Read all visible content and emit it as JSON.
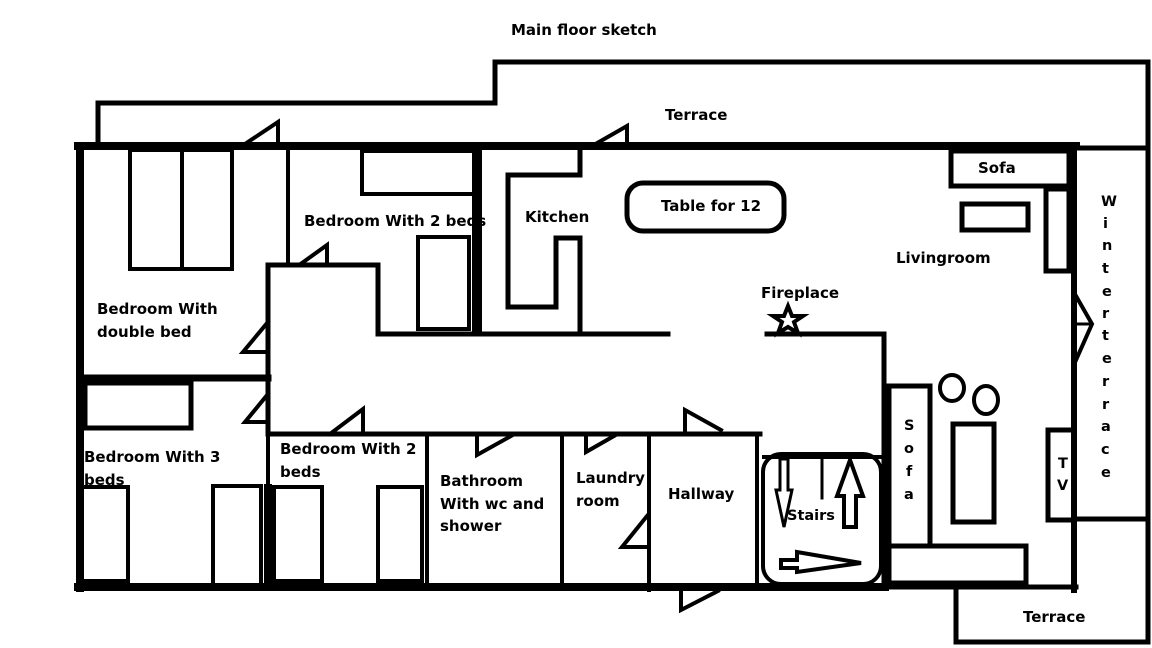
{
  "title": "Main floor sketch",
  "colors": {
    "ink": "#000000",
    "paper": "#ffffff"
  },
  "rooms": {
    "terrace_top": "Terrace",
    "terrace_bottom": "Terrace",
    "bedroom_double": [
      "Bedroom With",
      "double bed"
    ],
    "bedroom_2beds_top": "Bedroom With 2 beds",
    "kitchen": "Kitchen",
    "livingroom": "Livingroom",
    "bedroom_3beds": [
      "Bedroom With 3",
      "beds"
    ],
    "bedroom_2beds_bottom": [
      "Bedroom With 2",
      "beds"
    ],
    "bathroom": [
      "Bathroom",
      "With wc and",
      "shower"
    ],
    "laundry": [
      "Laundry",
      "room"
    ],
    "hallway": "Hallway",
    "stairs": "Stairs",
    "winter_terrace": [
      "W",
      "i",
      "n",
      "t",
      "e",
      "r",
      "t",
      "e",
      "r",
      "r",
      "a",
      "c",
      "e"
    ]
  },
  "furniture": {
    "table": "Table for 12",
    "fireplace": "Fireplace",
    "sofa_top": "Sofa",
    "sofa_side": [
      "S",
      "o",
      "f",
      "a"
    ],
    "tv": [
      "T",
      "V"
    ]
  },
  "icons": {
    "fireplace": "star-icon"
  }
}
